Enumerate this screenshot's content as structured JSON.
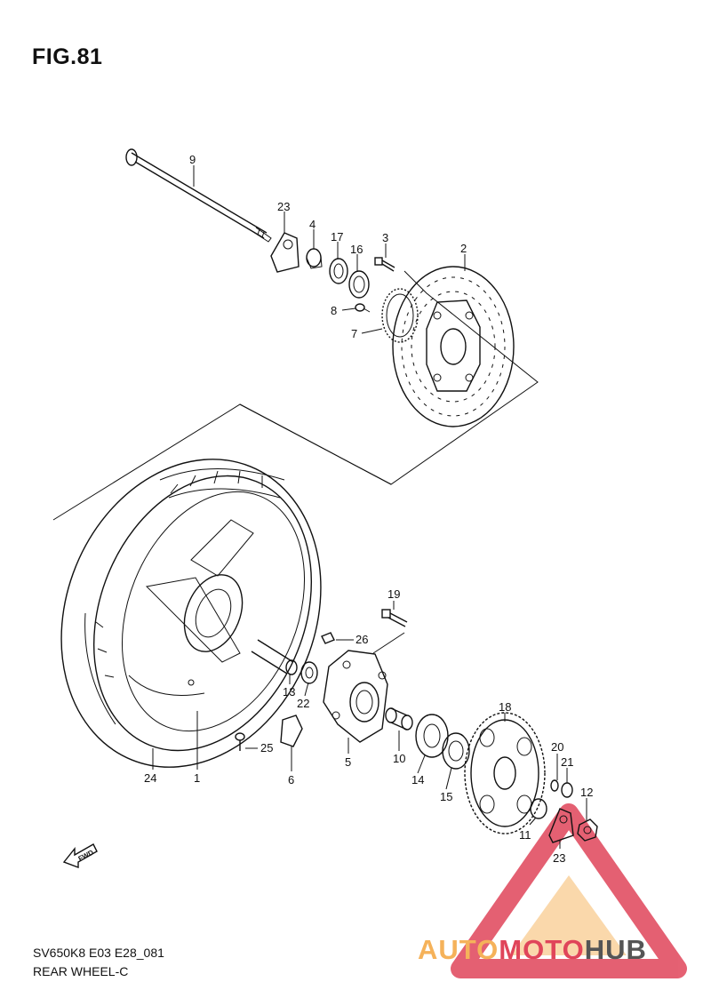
{
  "figure": {
    "title": "FIG.81",
    "code": "SV650K8 E03 E28_081",
    "name": "REAR WHEEL-C"
  },
  "fwd_label": "FWD",
  "watermark": {
    "part1": "AUTO",
    "part2": "MOTO",
    "part3": "HUB",
    "color_auto": "#f5b25a",
    "color_moto": "#e0455a",
    "color_hub": "#555555"
  },
  "callouts": [
    "9",
    "23",
    "4",
    "17",
    "16",
    "3",
    "2",
    "8",
    "7",
    "19",
    "26",
    "13",
    "22",
    "5",
    "10",
    "14",
    "15",
    "18",
    "20",
    "21",
    "12",
    "11",
    "23",
    "25",
    "6",
    "24",
    "1"
  ]
}
